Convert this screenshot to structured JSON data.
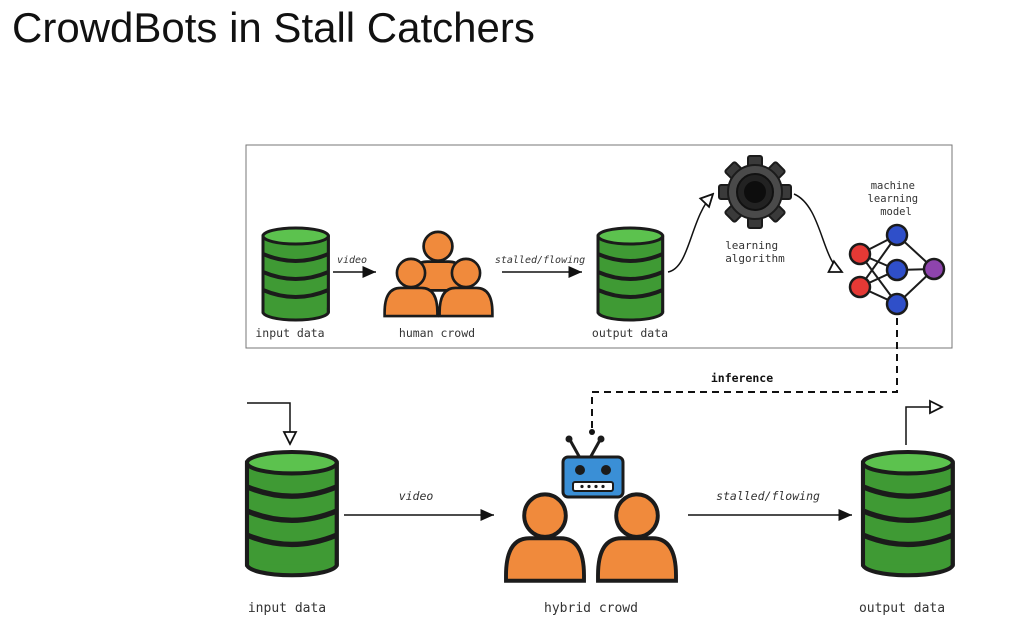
{
  "slide": {
    "title": "CrowdBots in Stall Catchers"
  },
  "training_pipeline": {
    "input_label": "input data",
    "edge_video": "video",
    "crowd_label": "human crowd",
    "edge_labels": "stalled/flowing",
    "output_label": "output data",
    "algorithm_label": [
      "learning",
      "algorithm"
    ],
    "model_label": [
      "machine",
      "learning",
      "model"
    ]
  },
  "inference_label": "inference",
  "hybrid_pipeline": {
    "input_label": "input data",
    "edge_video": "video",
    "crowd_label": "hybrid crowd",
    "edge_labels": "stalled/flowing",
    "output_label": "output data"
  },
  "colors": {
    "db_green": "#4caf3f",
    "person_orange": "#f08a3c",
    "robot_blue": "#3a8fd6",
    "gear_dark": "#2e2e2e",
    "node_red": "#e53935",
    "node_blue": "#2f4fc9",
    "node_purple": "#8e44ad"
  }
}
